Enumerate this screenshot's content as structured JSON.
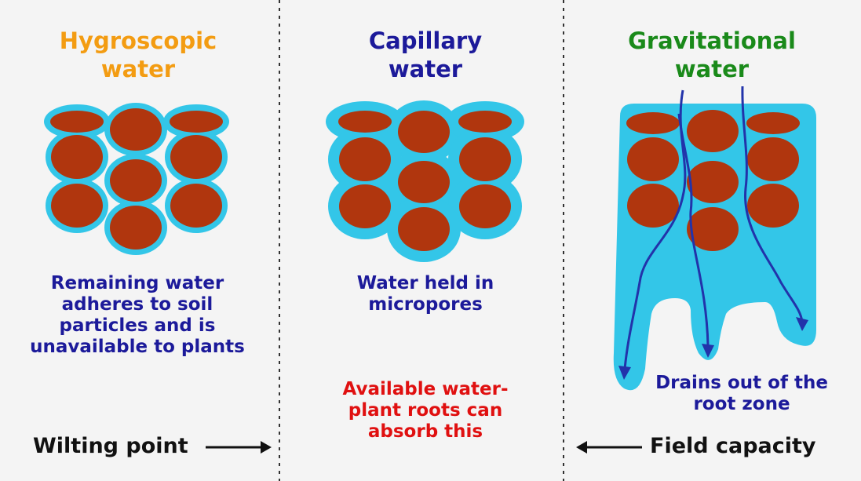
{
  "panels": {
    "hygroscopic": {
      "title_line1": "Hygroscopic",
      "title_line2": "water",
      "description": [
        "Remaining water",
        "adheres to soil",
        "particles and is",
        "unavailable to plants"
      ],
      "color": "#f39c12"
    },
    "capillary": {
      "title_line1": "Capillary",
      "title_line2": "water",
      "description": [
        "Water held in",
        "micropores"
      ],
      "note_line1": "Available water-",
      "note_line2_a": "plant roots ",
      "note_line2_b": "can",
      "note_line3": "absorb this",
      "color": "#1c1a9a"
    },
    "gravitational": {
      "title_line1": "Gravitational",
      "title_line2": "water",
      "description": [
        "Drains out of the",
        "root zone"
      ],
      "color": "#1a8a1a"
    }
  },
  "bottom": {
    "wilting_point": "Wilting point",
    "field_capacity": "Field capacity"
  },
  "colors": {
    "particle": "#b0360e",
    "water": "#33c6e8",
    "arrow_line": "#2233aa",
    "divider": "#333333",
    "background": "#f4f4f4"
  }
}
